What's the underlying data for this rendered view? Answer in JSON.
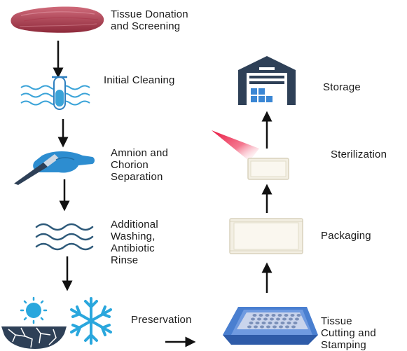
{
  "steps": {
    "tissue_donation": "Tissue Donation\nand Screening",
    "initial_cleaning": "Initial Cleaning",
    "separation": "Amnion and\nChorion\nSeparation",
    "washing": "Additional\nWashing,\nAntibiotic\nRinse",
    "preservation": "Preservation",
    "cutting": "Tissue\nCutting and\nStamping",
    "packaging": "Packaging",
    "sterilization": "Sterilization",
    "storage": "Storage"
  },
  "icons": {
    "tissue": "tissue-sample-icon",
    "cleaning": "test-tube-in-water-icon",
    "separation": "scalpel-in-hand-icon",
    "washing": "wavy-lines-icon",
    "sun": "sun-icon",
    "cracked_ground": "cracked-ground-icon",
    "snowflake": "snowflake-icon",
    "cutting": "stamping-plate-icon",
    "packaging": "pouch-icon",
    "sterilization": "irradiated-pouch-icon",
    "storage": "warehouse-icon"
  },
  "colors": {
    "tissue": "#b5455a",
    "water": "#3aa3d8",
    "hand": "#2d8dd0",
    "navy": "#2e4057",
    "snow": "#2aa7dd",
    "ray": "#e8163f",
    "arrow": "#111111"
  }
}
